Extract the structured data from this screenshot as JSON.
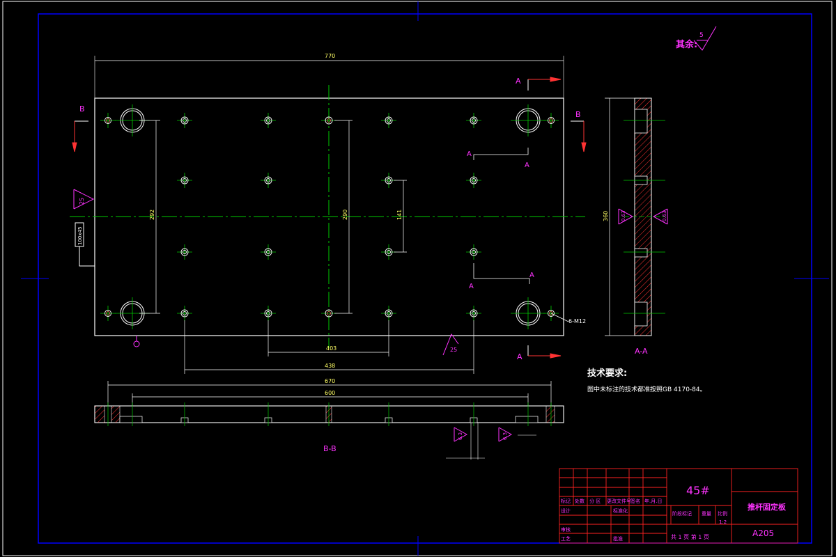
{
  "drawing": {
    "roughness_label": "其余:",
    "roughness_value": "5",
    "dims": {
      "top_width": "770",
      "left_height": "292",
      "mid_height": "290",
      "small_height": "141",
      "bottom_inner": "403",
      "bottom_outer": "438",
      "side_height": "360",
      "section_670": "670",
      "section_600": "600"
    },
    "labels": {
      "section_a": "A",
      "section_b": "B",
      "section_aa": "A-A",
      "section_bb": "B-B",
      "holes_note": "6-M12",
      "rough_25_a": "25",
      "rough_25_b": "25",
      "rough_side_l": "0.63",
      "rough_side_r": "0.63",
      "rough_63_a": "6.3",
      "rough_63_b": "6.3",
      "frame_tag": "100x45"
    },
    "tech_title": "技术要求:",
    "tech_text": "图中未标注的技术都准按照GB 4170-84。"
  },
  "title_block": {
    "material": "45#",
    "part_name": "推杆固定板",
    "drawing_no": "A205",
    "scale": "1:2",
    "sheet_info": "共 1 页 第 1 页",
    "row_labels": [
      "标记",
      "处数",
      "分 区",
      "更改文件号",
      "签名",
      "年.月.日"
    ],
    "design": "设计",
    "standardize": "标准化",
    "review": "审核",
    "process": "工艺",
    "approve": "批准",
    "stage_mark": "阶段标记",
    "weight": "重量",
    "ratio": "比例"
  },
  "colors": {
    "frame": "#0000ff",
    "line": "#ffffff",
    "center": "#00cc00",
    "dim": "#ffff66",
    "annotation": "#ff33ff",
    "hatch": "#ff3333",
    "title_grid": "#ff2222"
  }
}
